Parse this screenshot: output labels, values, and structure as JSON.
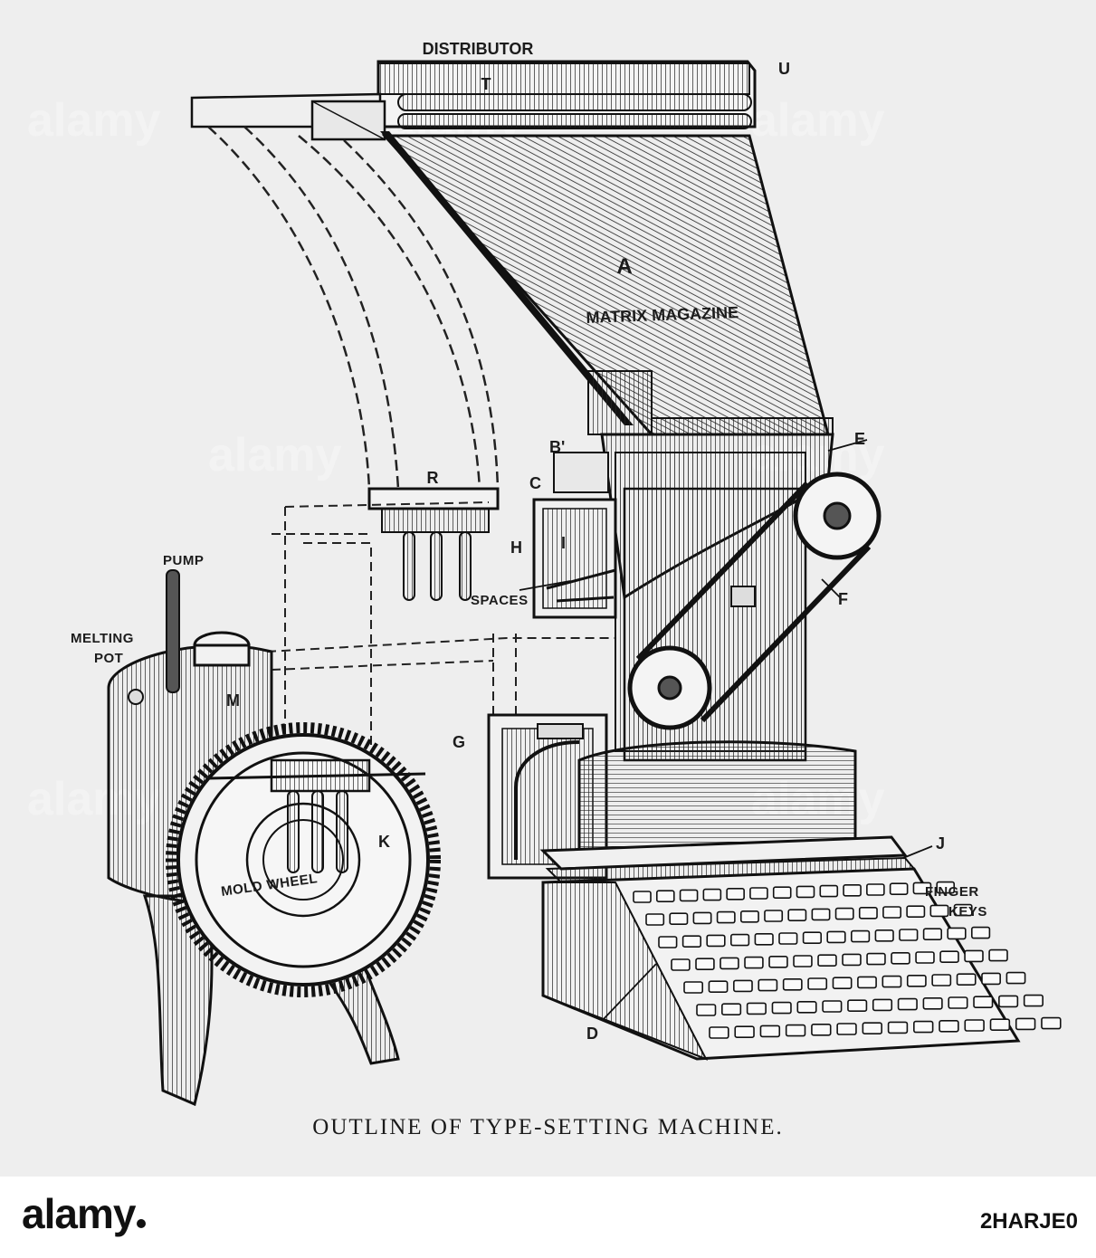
{
  "diagram": {
    "caption": "OUTLINE OF TYPE-SETTING MACHINE.",
    "labels": {
      "distributor": "DISTRIBUTOR",
      "t": "T",
      "u": "U",
      "a": "A",
      "matrix_magazine": "MATRIX MAGAZINE",
      "b": "B'",
      "c": "C",
      "e": "E",
      "r": "R",
      "h": "H",
      "i": "I",
      "spaces": "SPACES",
      "f": "F",
      "pump": "PUMP",
      "melting_pot_line1": "MELTING",
      "melting_pot_line2": "POT",
      "m": "M",
      "g": "G",
      "k": "K",
      "mold_wheel": "MOLD WHEEL",
      "j": "J",
      "finger_keys_line1": "FINGER",
      "finger_keys_line2": "KEYS",
      "d": "D"
    }
  },
  "footer": {
    "brand": "alamy",
    "image_code": "2HARJE0"
  },
  "colors": {
    "ink": "#1c1c1c",
    "paper": "#eeeeee",
    "footer_bg": "#ffffff"
  }
}
